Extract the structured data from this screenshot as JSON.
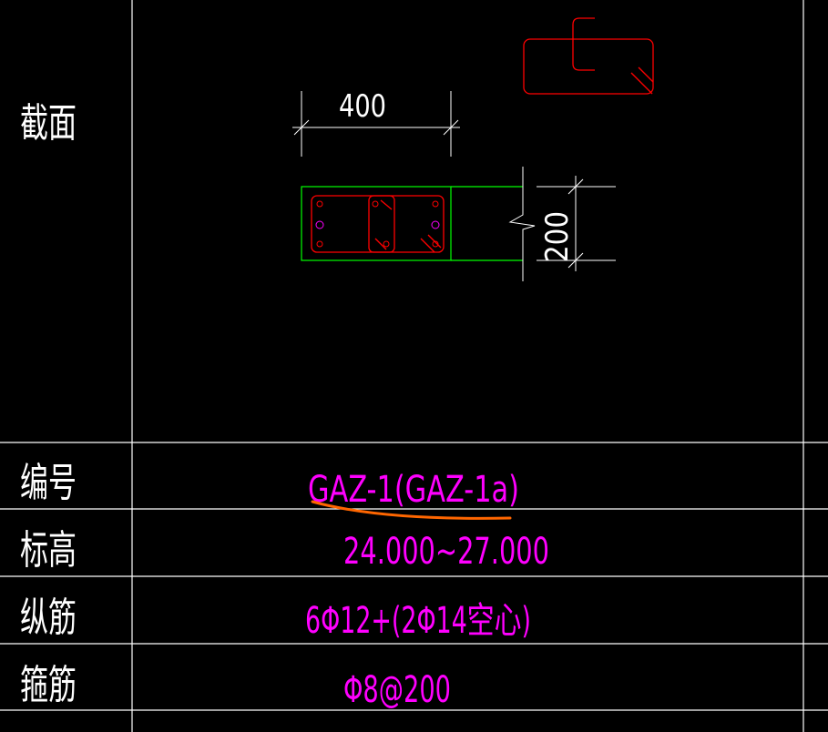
{
  "table": {
    "rows": [
      {
        "label": "截面"
      },
      {
        "label": "编号",
        "value": "GAZ-1(GAZ-1a)"
      },
      {
        "label": "标高",
        "value": "24.000~27.000"
      },
      {
        "label": "纵筋",
        "value": "6Φ12+(2Φ14空心)"
      },
      {
        "label": "箍筋",
        "value": "Φ8@200"
      }
    ]
  },
  "section": {
    "width_dim": "400",
    "height_dim": "200"
  },
  "colors": {
    "background": "#000000",
    "grid_line": "#ffffff",
    "label_text": "#ffffff",
    "value_text": "#ff00ff",
    "column_outline": "#00ff00",
    "rebar": "#ff0000",
    "dimension": "#ffffff",
    "markup_stroke": "#ff6600"
  }
}
